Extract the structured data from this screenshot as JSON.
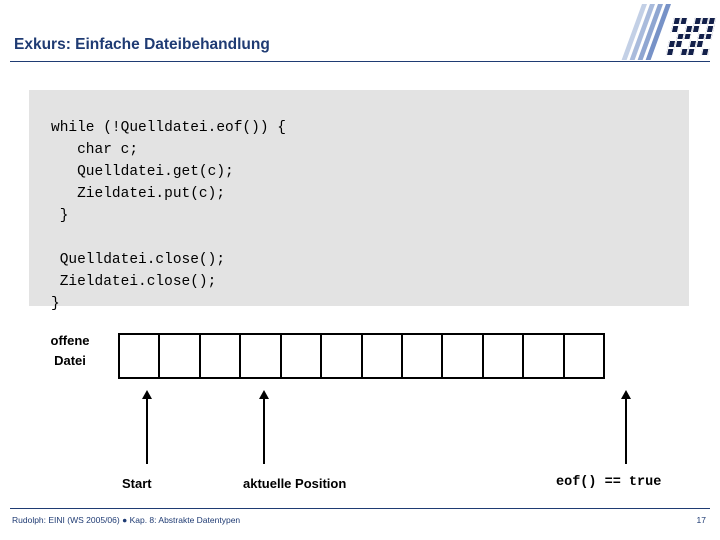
{
  "slide": {
    "title": "Exkurs: Einfache Dateibehandlung",
    "code": "while (!Quelldatei.eof()) {\n   char c;\n   Quelldatei.get(c);\n   Zieldatei.put(c);\n }\n\n Quelldatei.close();\n Zieldatei.close();\n}",
    "diagram": {
      "tape_label_line1": "offene",
      "tape_label_line2": "Datei",
      "cell_count": 12,
      "captions": {
        "start": "Start",
        "current_position": "aktuelle Position",
        "eof": "eof() == true"
      }
    },
    "footer": {
      "text": "Rudolph: EINI (WS 2005/06)  ●  Kap. 8: Abstrakte Datentypen",
      "page": "17"
    },
    "colors": {
      "title": "#1F3B73",
      "code_background": "#E3E3E3",
      "rule": "#1F3B73",
      "logo_dark": "#13204A"
    }
  }
}
